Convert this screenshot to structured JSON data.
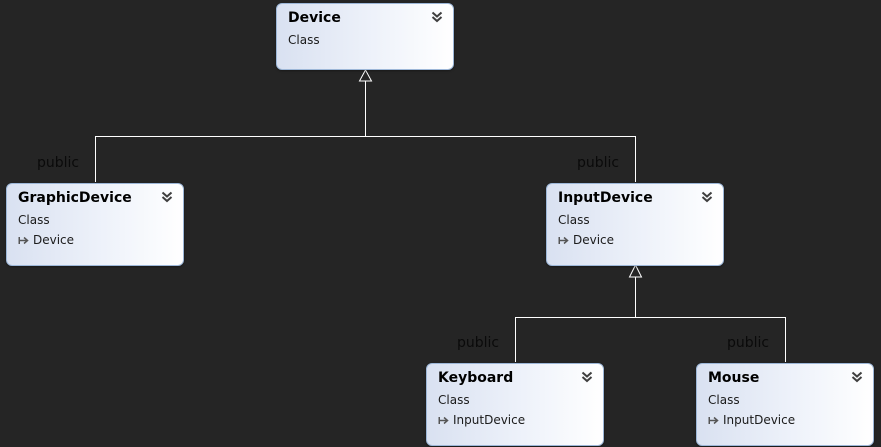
{
  "diagram": {
    "classes": [
      {
        "name": "Device",
        "kind": "Class",
        "base": ""
      },
      {
        "name": "GraphicDevice",
        "kind": "Class",
        "base": "Device"
      },
      {
        "name": "InputDevice",
        "kind": "Class",
        "base": "Device"
      },
      {
        "name": "Keyboard",
        "kind": "Class",
        "base": "InputDevice"
      },
      {
        "name": "Mouse",
        "kind": "Class",
        "base": "InputDevice"
      }
    ],
    "inheritance_labels": [
      "public",
      "public",
      "public",
      "public"
    ]
  },
  "colors": {
    "background": "#252525",
    "connector": "#ffffff",
    "box_border": "#9db7d8",
    "box_gradient_start": "#d9e1f1",
    "box_gradient_end": "#ffffff"
  },
  "icons": {
    "collapse": "double-chevron-down-icon",
    "inherits": "inheritance-arrow-icon"
  }
}
